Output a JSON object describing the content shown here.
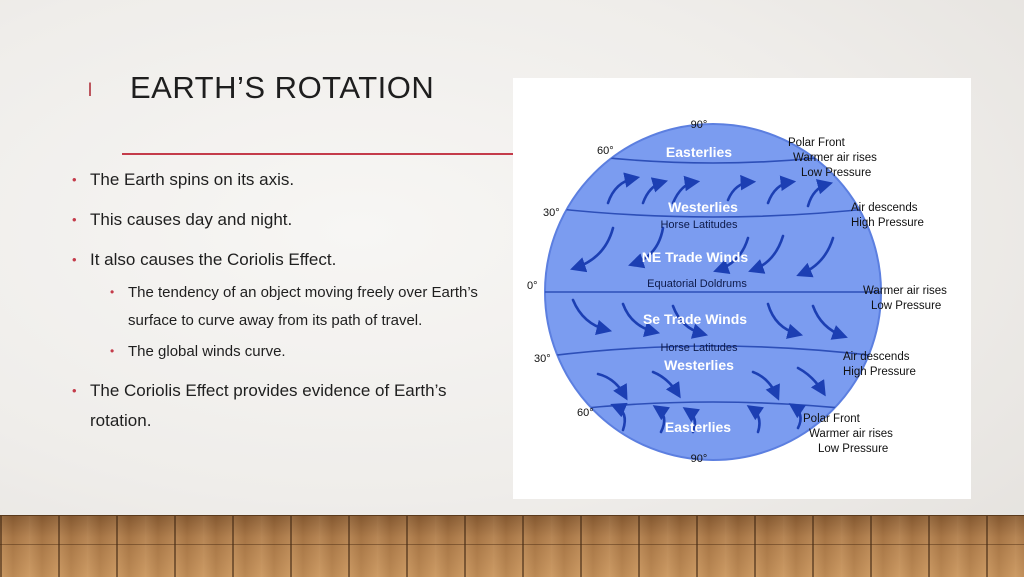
{
  "slide": {
    "number": "l",
    "title": "EARTH’S ROTATION",
    "bullets": [
      "The Earth spins on its axis.",
      "This causes day and night.",
      "It also causes the Coriolis Effect.",
      "The Coriolis Effect provides evidence of Earth’s rotation."
    ],
    "sub_bullets": [
      "The tendency of an object moving freely over Earth’s surface to curve away from its path of travel.",
      "The global winds curve."
    ]
  },
  "diagram": {
    "latitudes": {
      "top_90": "90°",
      "north_60": "60°",
      "north_30": "30°",
      "equator": "0°",
      "south_30": "30°",
      "south_60": "60°",
      "bottom_90": "90°"
    },
    "zones": {
      "north_easterlies": "Easterlies",
      "north_westerlies": "Westerlies",
      "north_horse": "Horse Latitudes",
      "ne_trade": "NE Trade Winds",
      "doldrums": "Equatorial Doldrums",
      "se_trade": "Se Trade Winds",
      "south_horse": "Horse Latitudes",
      "south_westerlies": "Westerlies",
      "south_easterlies": "Easterlies"
    },
    "side_notes": {
      "n_polar": [
        "Polar Front",
        "Warmer air rises",
        "Low Pressure"
      ],
      "n_descend": [
        "Air descends",
        "High Pressure"
      ],
      "equator": [
        "Warmer air rises",
        "Low Pressure"
      ],
      "s_descend": [
        "Air descends",
        "High Pressure"
      ],
      "s_polar": [
        "Polar Front",
        "Warmer air rises",
        "Low Pressure"
      ]
    },
    "colors": {
      "globe": "#7b9cf0",
      "arrow": "#1c3fb3",
      "band_line": "#2d4fb8"
    }
  }
}
